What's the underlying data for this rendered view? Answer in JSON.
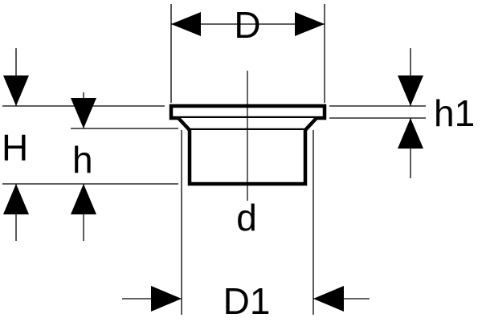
{
  "labels": {
    "D": "D",
    "D1": "D1",
    "d": "d",
    "H": "H",
    "h": "h",
    "h1": "h1"
  },
  "colors": {
    "stroke": "#000000",
    "background": "#ffffff"
  }
}
